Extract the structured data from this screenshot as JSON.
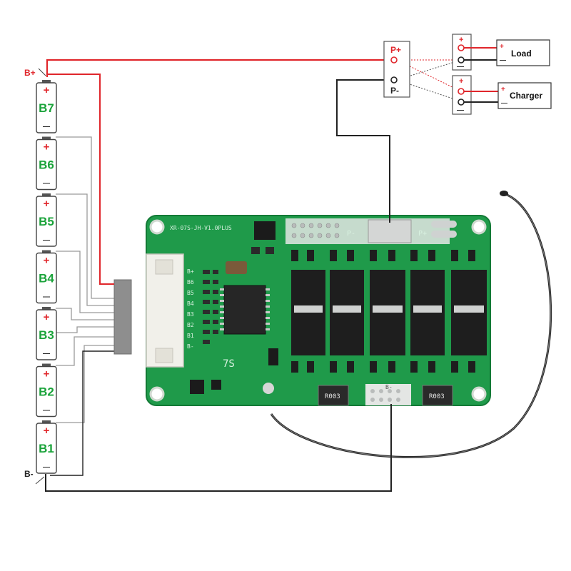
{
  "cells": [
    {
      "label": "B7",
      "plus": "+",
      "minus": "—"
    },
    {
      "label": "B6",
      "plus": "+",
      "minus": "—"
    },
    {
      "label": "B5",
      "plus": "+",
      "minus": "—"
    },
    {
      "label": "B4",
      "plus": "+",
      "minus": "—"
    },
    {
      "label": "B3",
      "plus": "+",
      "minus": "—"
    },
    {
      "label": "B2",
      "plus": "+",
      "minus": "—"
    },
    {
      "label": "B1",
      "plus": "+",
      "minus": "—"
    }
  ],
  "pack_terminals": {
    "positive": "B+",
    "negative": "B-"
  },
  "output_terminals": {
    "positive": "P+",
    "negative": "P-"
  },
  "devices": [
    {
      "label": "Load",
      "plus": "+",
      "minus": "—"
    },
    {
      "label": "Charger",
      "plus": "+",
      "minus": "—"
    }
  ],
  "board": {
    "model": "XR-07S-JH-V1.0PLUS",
    "series": "7S",
    "pads": [
      "P-",
      "P+",
      "B-"
    ],
    "connector_pins": [
      "B+",
      "B6",
      "B5",
      "B4",
      "B3",
      "B2",
      "B1",
      "B-"
    ],
    "shunts": [
      "R003",
      "R003"
    ]
  },
  "colors": {
    "wire_positive": "#e0262b",
    "wire_negative": "#222222",
    "wire_balance": "#9a9a9a",
    "pcb": "#1f9a4a",
    "cell_label": "#1aa33a"
  }
}
